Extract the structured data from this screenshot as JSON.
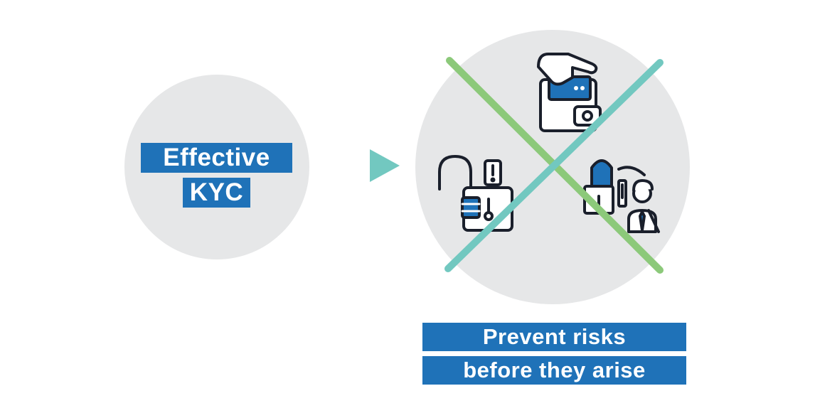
{
  "left_node": {
    "line1": "Effective",
    "line2": "KYC"
  },
  "result": {
    "line1": "Prevent risks",
    "line2": "before they arise"
  },
  "colors": {
    "circle": "#e6e7e8",
    "label_bg": "#1f72b8",
    "label_text": "#ffffff",
    "cross_green": "#8cc97a",
    "cross_teal": "#72c8c0",
    "icon_stroke": "#1a1f2b",
    "icon_accent": "#1f72b8"
  },
  "icons": [
    "open-padlock-alert-icon",
    "hand-wallet-card-icon",
    "hacker-alert-businessman-icon",
    "arrow-right-icon",
    "cross-out-icon"
  ]
}
